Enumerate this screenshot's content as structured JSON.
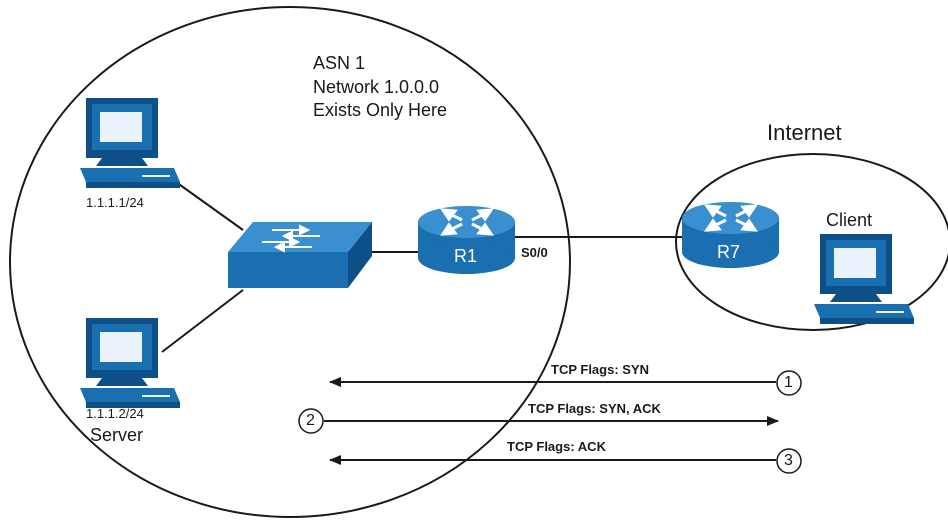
{
  "asn_zone": {
    "asn_label": "ASN 1",
    "network_label": "Network 1.0.0.0",
    "exists_label": "Exists Only Here"
  },
  "internet_zone": {
    "label": "Internet"
  },
  "hosts": {
    "pc1_ip": "1.1.1.1/24",
    "server_ip": "1.1.1.2/24",
    "server_label": "Server",
    "client_label": "Client"
  },
  "routers": {
    "r1_label": "R1",
    "r7_label": "R7",
    "r1_interface": "S0/0"
  },
  "handshake": {
    "step1_flags": "TCP Flags: SYN",
    "step2_flags": "TCP Flags: SYN, ACK",
    "step3_flags": "TCP Flags: ACK",
    "step1_num": "1",
    "step2_num": "2",
    "step3_num": "3"
  },
  "colors": {
    "device_blue": "#1a6fb0",
    "device_dark": "#0d4f86",
    "screen_light": "#eaf3fb",
    "line": "#1a1a1a"
  }
}
